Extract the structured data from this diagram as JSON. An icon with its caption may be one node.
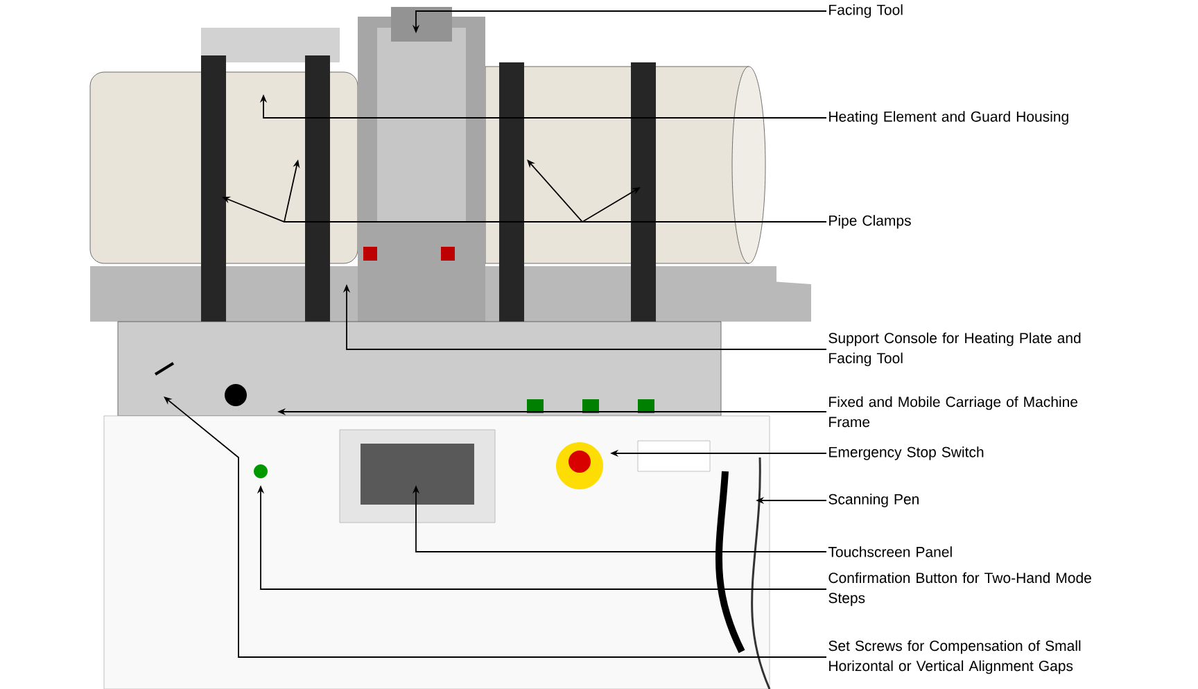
{
  "diagram": {
    "nodes": [
      {
        "text": [
          "Facing Tool"
        ]
      },
      {
        "text": [
          "Heating Element and Guard Housing"
        ]
      },
      {
        "text": [
          "Pipe Clamps"
        ]
      },
      {
        "text": [
          "Support Console for Heating Plate and Facing Tool"
        ]
      },
      {
        "text": [
          "Fixed and Mobile Carriage of Machine Frame"
        ]
      },
      {
        "text": [
          "Emergency Stop Switch"
        ]
      },
      {
        "text": [
          "Scanning Pen"
        ]
      },
      {
        "text": [
          "Touchscreen Panel"
        ]
      },
      {
        "text": [
          "Confirmation Button for Two-Hand Mode Steps"
        ]
      },
      {
        "text": [
          "Set Screws for Compensation of Small Horizontal or Vertical Alignment Gaps"
        ]
      }
    ],
    "edges": [
      {
        "from": 0,
        "to": null,
        "arrow": "to"
      },
      {
        "from": 1,
        "to": null,
        "arrow": "to"
      },
      {
        "from": 2,
        "to": null,
        "arrow": "to"
      },
      {
        "from": 2,
        "to": null,
        "arrow": "to"
      },
      {
        "from": 2,
        "to": null,
        "arrow": "to"
      },
      {
        "from": 2,
        "to": null,
        "arrow": "to"
      },
      {
        "from": 3,
        "to": null,
        "arrow": "to"
      },
      {
        "from": 4,
        "to": null,
        "arrow": "to"
      },
      {
        "from": 5,
        "to": null,
        "arrow": "to"
      },
      {
        "from": 6,
        "to": null,
        "arrow": "to"
      },
      {
        "from": 7,
        "to": null,
        "arrow": "to"
      },
      {
        "from": 8,
        "to": null,
        "arrow": "to"
      },
      {
        "from": 9,
        "to": null,
        "arrow": "to"
      }
    ]
  }
}
